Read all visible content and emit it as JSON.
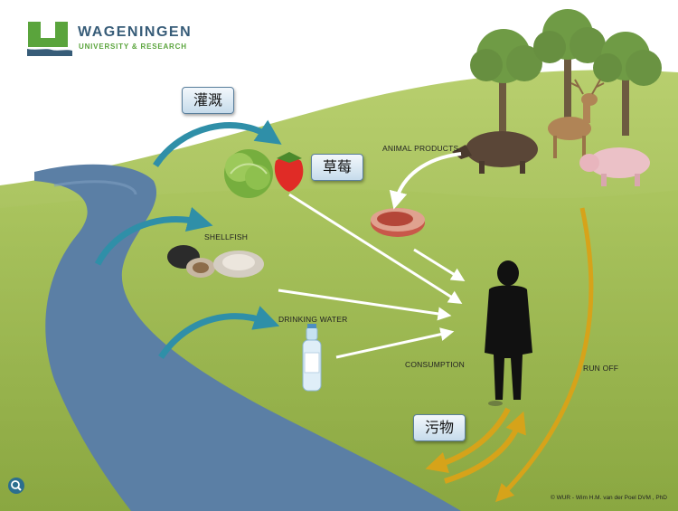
{
  "logo": {
    "title": "WAGENINGEN",
    "subtitle": "UNIVERSITY & RESEARCH",
    "colors": {
      "text": "#375c78",
      "accent": "#5aa43c"
    }
  },
  "callouts": {
    "irrigation": "灌溉",
    "strawberry": "草莓",
    "pollutant": "污物"
  },
  "labels": {
    "animal_products": "ANIMAL PRODUCTS",
    "shellfish": "SHELLFISH",
    "drinking_water": "DRINKING WATER",
    "consumption": "CONSUMPTION",
    "run_off": "RUN OFF"
  },
  "copyright": "© WUR - Wim H.M. van der Poel DVM , PhD",
  "icons": [
    "zoom-icon",
    "lettuce-icon",
    "strawberry-icon",
    "shellfish-icon",
    "water-bottle-icon",
    "meat-icon",
    "boar-icon",
    "deer-icon",
    "pig-icon",
    "tree-icon",
    "person-silhouette-icon"
  ],
  "colors": {
    "river": "#5b7fa5",
    "hill": "#93b248",
    "sky": "#ffffff",
    "teal_arrows": "#2f8fa8",
    "runoff_arrows": "#d6a31a",
    "consumption_arrows": "#ffffff"
  }
}
